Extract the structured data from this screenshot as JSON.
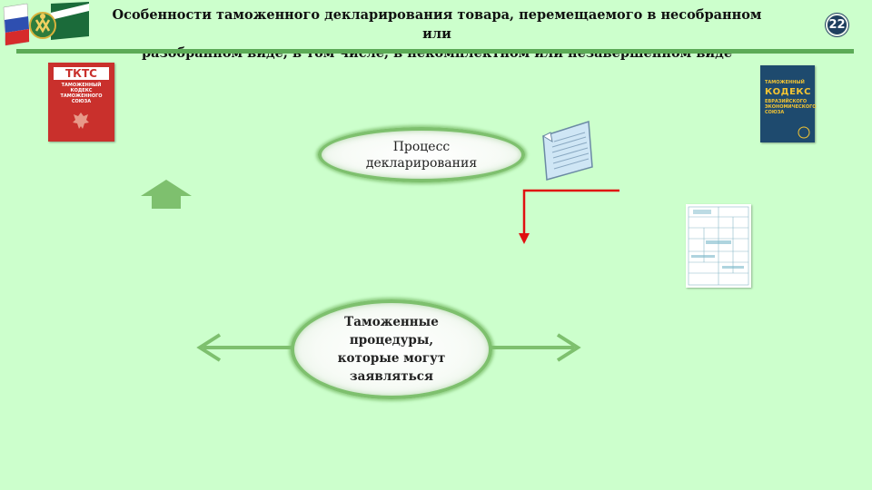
{
  "header": {
    "title_line1": "Особенности таможенного декларирования товара, перемещаемого в несобранном или",
    "title_line2": "разобранном виде, в том числе, в некомплектном или незавершенном виде",
    "page_number": "22"
  },
  "books": {
    "tktc": {
      "title": "ТКТС",
      "subtitle": "ТАМОЖЕННЫЙ КОДЕКС ТАМОЖЕННОГО СОЮЗА"
    },
    "eaeu": {
      "line1": "ТАМОЖЕННЫЙ",
      "line2": "КОДЕКС",
      "line3": "ЕВРАЗИЙСКОГО ЭКОНОМИЧЕСКОГО СОЮЗА"
    }
  },
  "diagram": {
    "process": {
      "line1": "Процесс",
      "line2": "декларирования"
    },
    "procedures": {
      "line1": "Таможенные",
      "line2": "процедуры,",
      "line3": "которые могут",
      "line4": "заявляться"
    }
  },
  "colors": {
    "background": "#ccffcc",
    "accent_green": "#5cab57",
    "arrow_green": "#7ec06e",
    "red_arrow": "#e01010",
    "badge": "#1f3f5f"
  }
}
